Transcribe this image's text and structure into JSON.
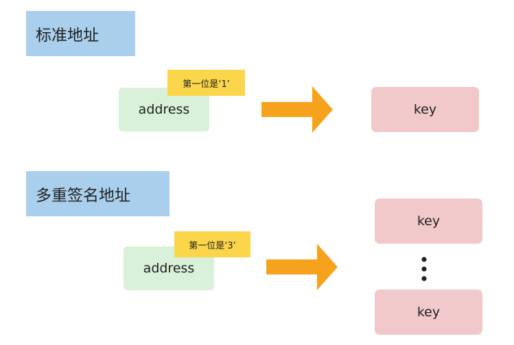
{
  "colors": {
    "section_label_bg": "#a9cfec",
    "address_bg": "#d8f1d8",
    "prefix_tag_bg": "#fbd54a",
    "key_bg": "#f2c9cb",
    "arrow": "#f7a21c",
    "dots": "#222222"
  },
  "standard": {
    "label": "标准地址",
    "address": "address",
    "prefix": "第一位是‘1’",
    "key": "key"
  },
  "multisig": {
    "label": "多重签名地址",
    "address": "address",
    "prefix": "第一位是‘3’",
    "keys": [
      "key",
      "key"
    ],
    "ellipsis_icon": "vertical-ellipsis-icon"
  }
}
